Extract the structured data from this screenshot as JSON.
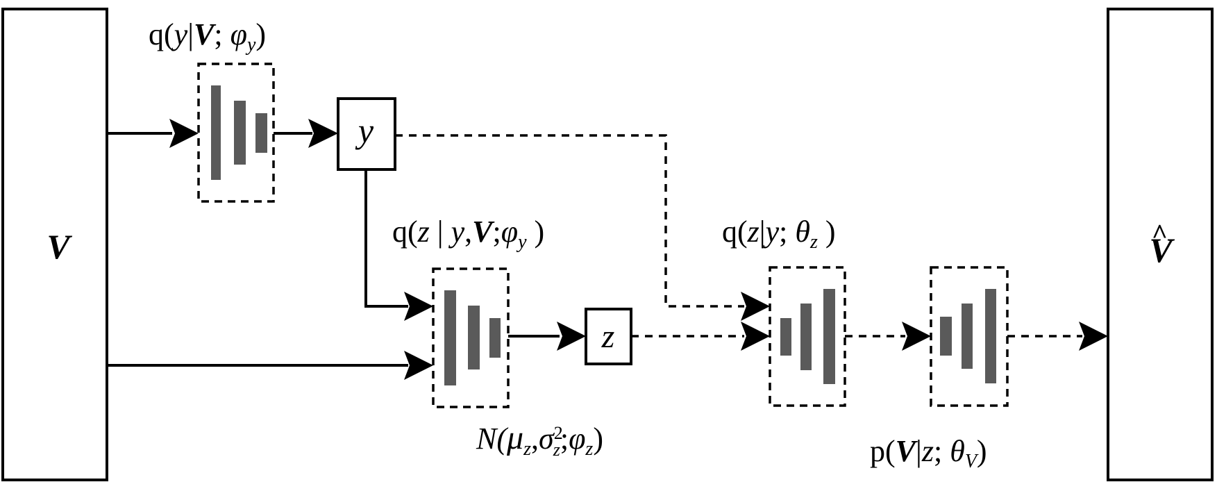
{
  "input_label": "V",
  "output_label": "V",
  "output_hat": "^",
  "y_node": "y",
  "z_node": "z",
  "labels": {
    "qy": {
      "q": "q(",
      "y": "y",
      "bar": "|",
      "V": "V",
      "sep": "; ",
      "phi": "φ",
      "sub": "y",
      "close": ")"
    },
    "qz": {
      "q": "q(",
      "z": "z",
      "mid": " | ",
      "y": "y",
      "comma": ",",
      "V": "V",
      "sep": ";",
      "phi": "φ",
      "sub": "y",
      "close": " )"
    },
    "qzy": {
      "q": "q(",
      "z": "z",
      "bar": "|",
      "y": "y",
      "sep": "; ",
      "theta": "θ",
      "sub": "z",
      "close": " )"
    },
    "normal": {
      "N": "N(",
      "mu": "μ",
      "musub": "z",
      "comma": ",",
      "sigma": "σ",
      "sigsub": "z",
      "sigsup": "2",
      "sep": ";",
      "phi": "φ",
      "phisub": "z",
      "close": ")"
    },
    "pv": {
      "p": "p(",
      "V": "V",
      "bar": "|",
      "z": "z",
      "sep": "; ",
      "theta": "θ",
      "sub": "V",
      "close": ")"
    }
  }
}
